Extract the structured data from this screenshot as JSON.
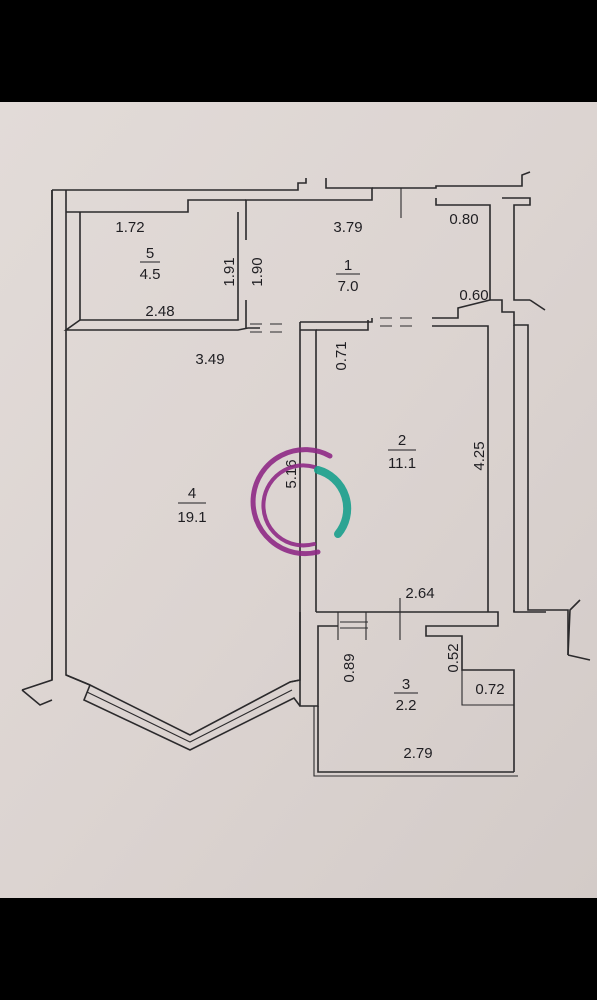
{
  "rooms": [
    {
      "number": "1",
      "area": "7.0"
    },
    {
      "number": "2",
      "area": "11.1"
    },
    {
      "number": "3",
      "area": "2.2"
    },
    {
      "number": "4",
      "area": "19.1"
    },
    {
      "number": "5",
      "area": "4.5"
    }
  ],
  "dimensions": {
    "d172": "1.72",
    "d379": "3.79",
    "d080": "0.80",
    "d191": "1.91",
    "d190": "1.90",
    "d248": "2.48",
    "d060": "0.60",
    "d349": "3.49",
    "d071": "0.71",
    "d425": "4.25",
    "d516": "5.16",
    "d264": "2.64",
    "d089": "0.89",
    "d052": "0.52",
    "d072": "0.72",
    "d279": "2.79"
  },
  "colors": {
    "background": "#000000",
    "paper": "#dcd5d2",
    "ink": "#2b2a2c",
    "logo_purple": "#8f2a86",
    "logo_teal": "#1aa08d"
  },
  "icons": {
    "watermark": "watermark-logo-icon"
  }
}
